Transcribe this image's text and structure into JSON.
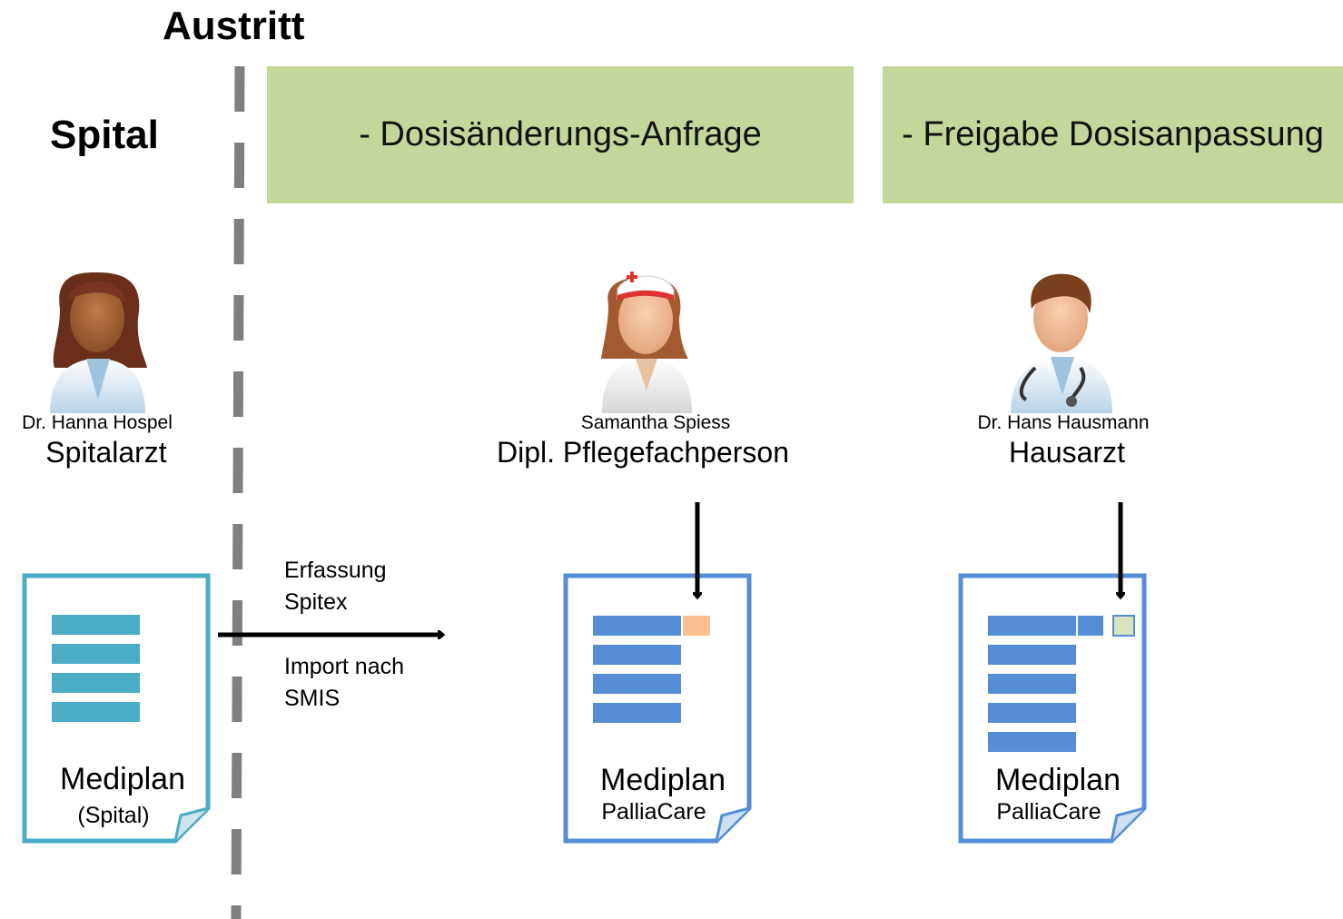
{
  "header": {
    "austritt": "Austritt",
    "spital": "Spital"
  },
  "banners": [
    {
      "text": "- Dosisänderungs-Anfrage",
      "color": "#c4d79b"
    },
    {
      "text": "- Freigabe Dosisanpassung",
      "color": "#c4d79b"
    }
  ],
  "people": [
    {
      "name": "Dr. Hanna Hospel",
      "role": "Spitalarzt",
      "icon": "female-doctor-icon"
    },
    {
      "name": "Samantha Spiess",
      "role": "Dipl. Pflegefachperson",
      "icon": "nurse-icon"
    },
    {
      "name": "Dr. Hans Hausmann",
      "role": "Hausarzt",
      "icon": "male-doctor-icon"
    }
  ],
  "documents": [
    {
      "title": "Mediplan",
      "subtitle": "(Spital)",
      "border_color": "#4bacc6",
      "line_color": "#4bacc6",
      "lines": 4
    },
    {
      "title": "Mediplan",
      "subtitle": "PalliaCare",
      "border_color": "#558ed5",
      "line_color": "#558ed5",
      "lines": 4,
      "marker_color": "#fac090"
    },
    {
      "title": "Mediplan",
      "subtitle": "PalliaCare",
      "border_color": "#558ed5",
      "line_color": "#558ed5",
      "lines": 5,
      "marker_color": "#d7e4bd"
    }
  ],
  "flow": {
    "label_top": [
      "Erfassung",
      "Spitex"
    ],
    "label_bottom": [
      "Import nach",
      "SMIS"
    ]
  }
}
